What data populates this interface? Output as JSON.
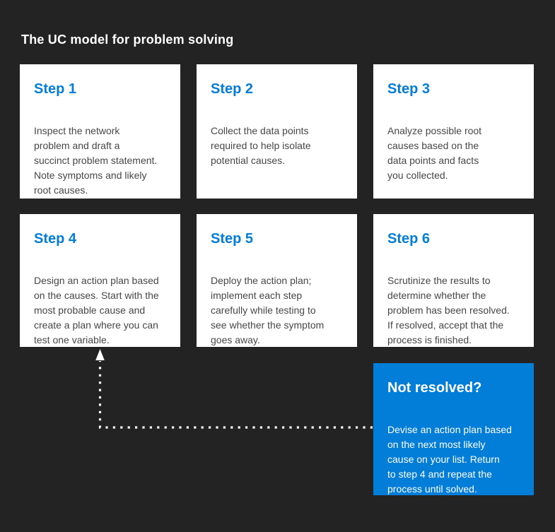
{
  "title": "The UC model for problem solving",
  "colors": {
    "background": "#232323",
    "card": "#ffffff",
    "accent": "#027dd8",
    "body_text": "#474747",
    "white_text": "#ffffff"
  },
  "steps": [
    {
      "label": "Step 1",
      "text": "Inspect the network\nproblem and draft a\nsuccinct problem statement.\nNote symptoms and likely\nroot causes."
    },
    {
      "label": "Step 2",
      "text": "Collect the data points\nrequired to help isolate\npotential causes."
    },
    {
      "label": "Step 3",
      "text": "Analyze possible root\ncauses based on the\ndata points and facts\nyou collected."
    },
    {
      "label": "Step 4",
      "text": "Design an action plan based\non the causes. Start with the\nmost probable cause and\ncreate a plan where you can\ntest one variable."
    },
    {
      "label": "Step 5",
      "text": "Deploy the action plan;\nimplement each step\ncarefully while testing to\nsee whether the symptom\ngoes away."
    },
    {
      "label": "Step 6",
      "text": "Scrutinize the results to\ndetermine whether the\nproblem has been resolved.\nIf resolved, accept that the\nprocess is finished."
    }
  ],
  "not_resolved": {
    "label": "Not resolved?",
    "text": "Devise an action plan based\non the next most likely\ncause on your list. Return\nto step 4 and repeat the\nprocess until solved."
  }
}
